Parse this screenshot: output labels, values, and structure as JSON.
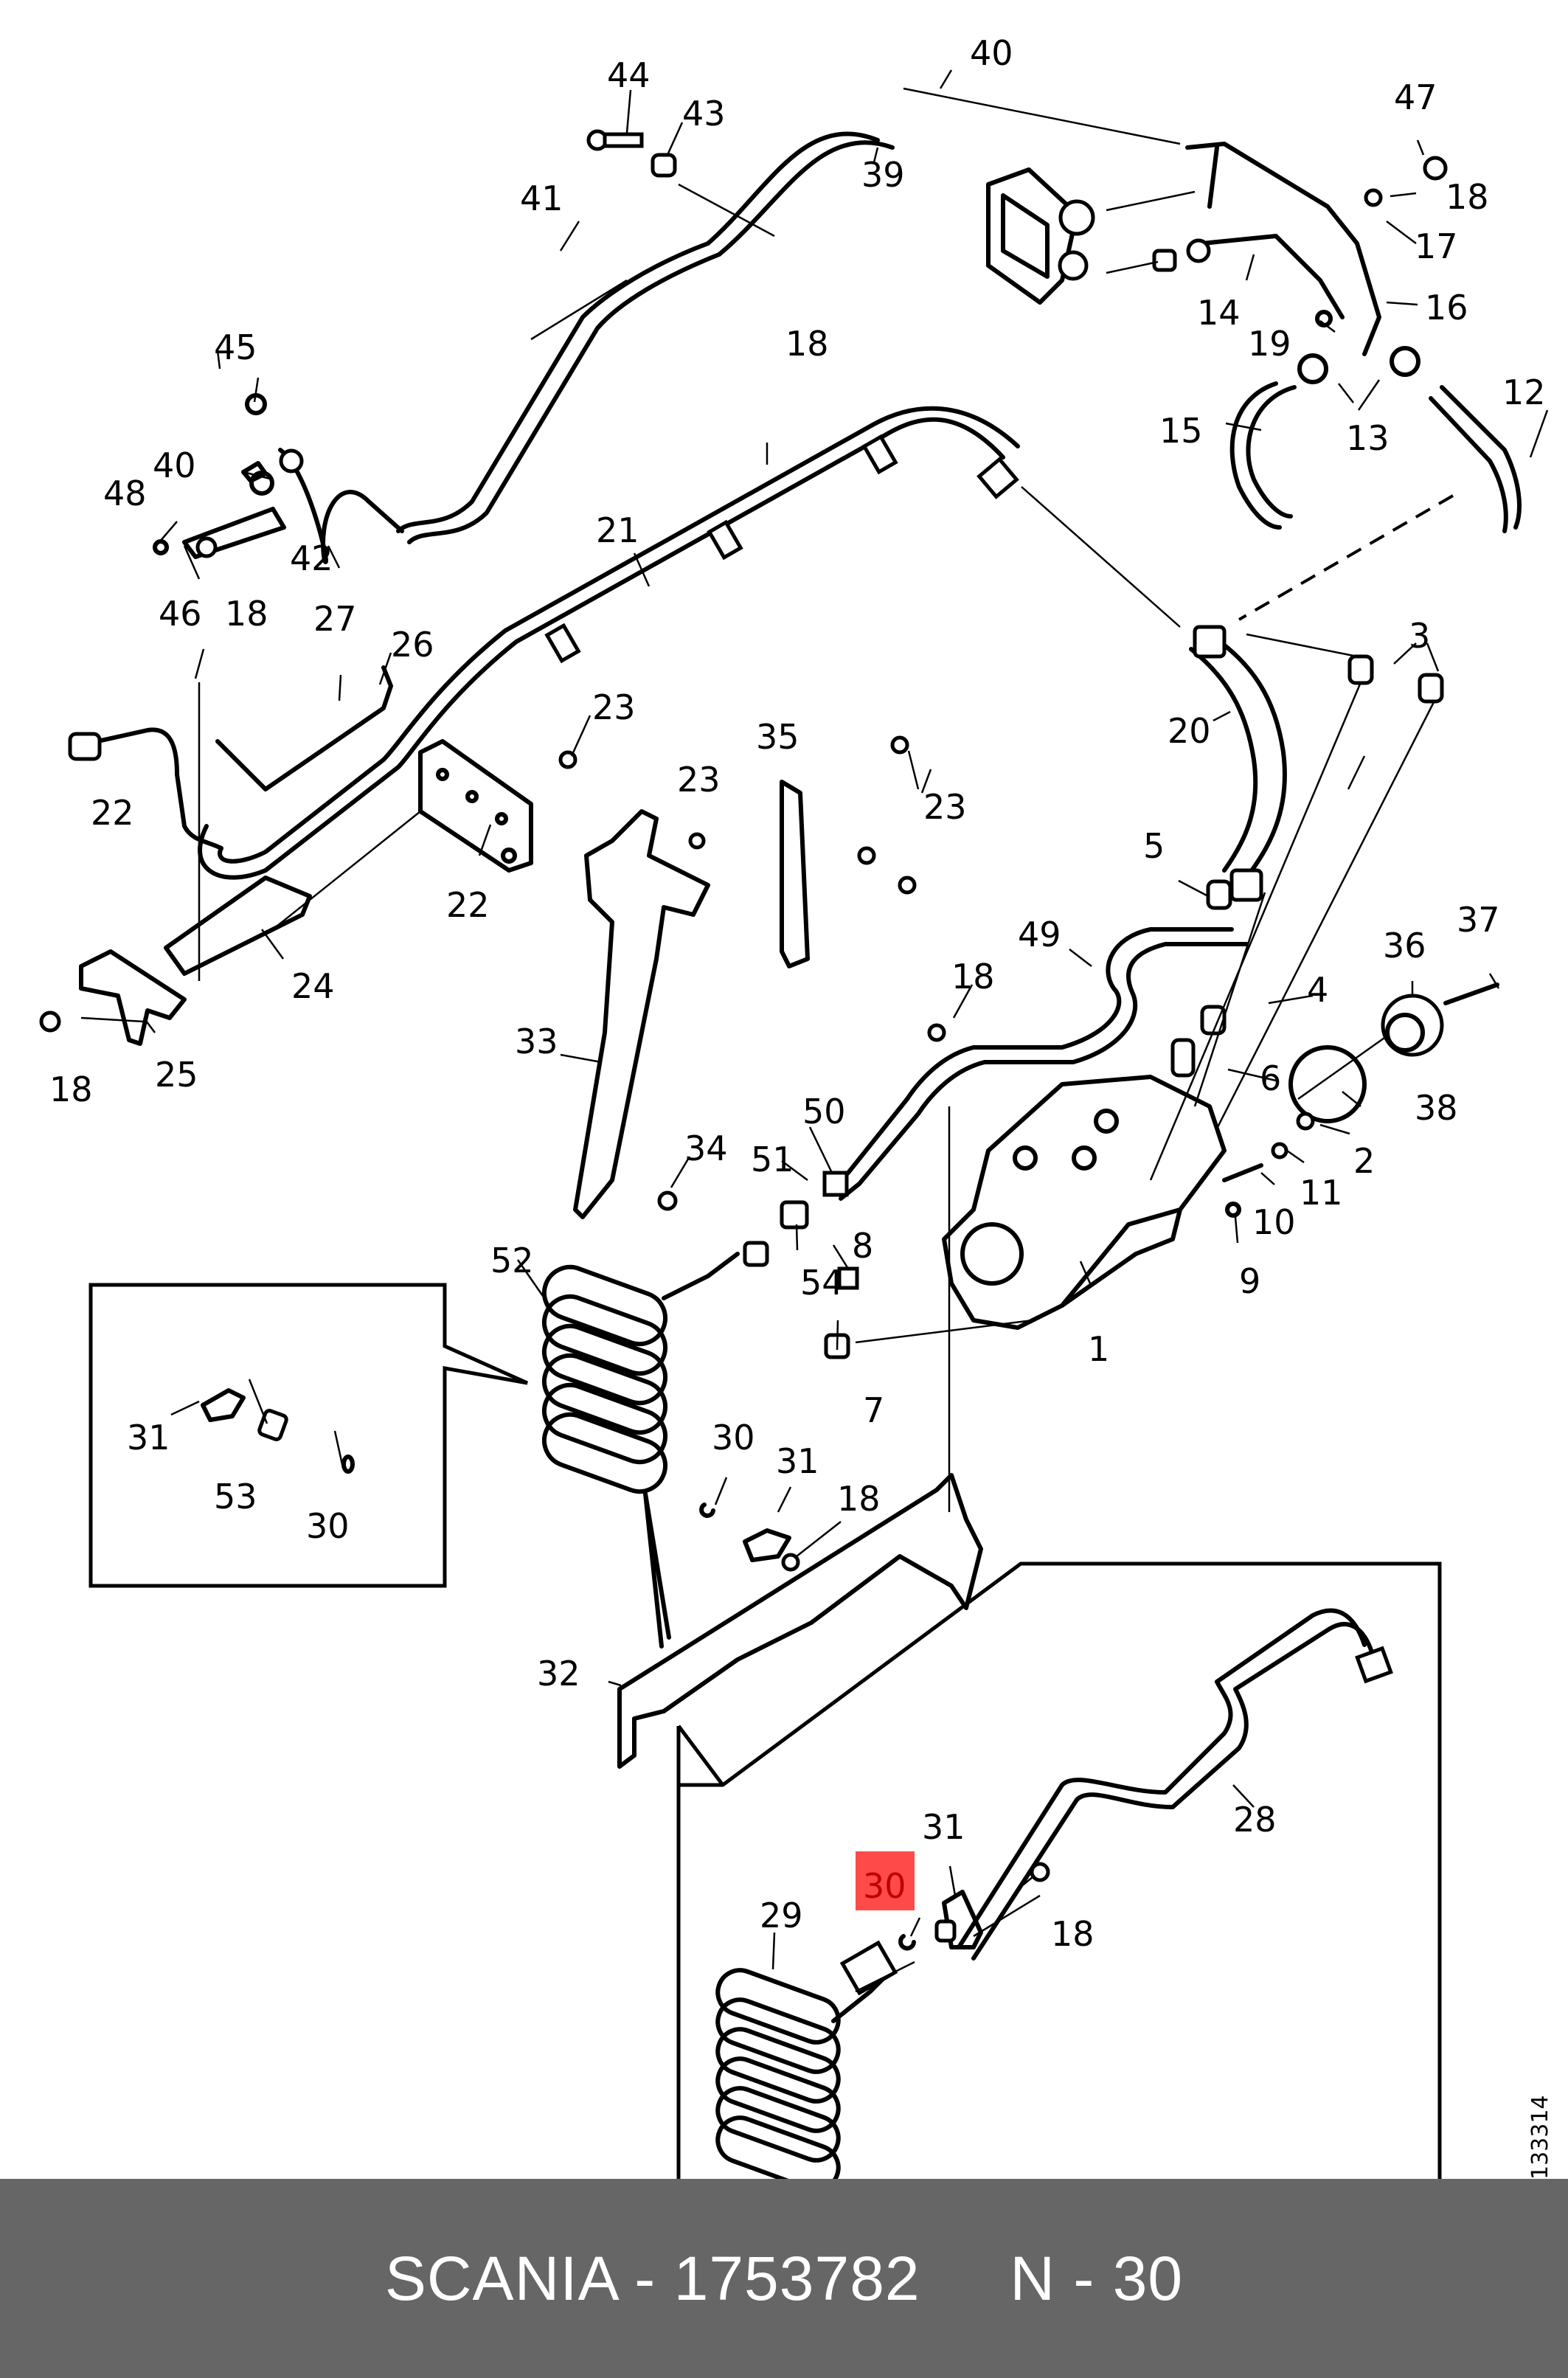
{
  "diagram": {
    "drawing_number": "133314",
    "highlighted_callout": "30",
    "highlight_color": "#ff4a4a",
    "callouts": [
      {
        "id": "c44",
        "label": "44"
      },
      {
        "id": "c43",
        "label": "43"
      },
      {
        "id": "c41",
        "label": "41"
      },
      {
        "id": "c39",
        "label": "39"
      },
      {
        "id": "c40a",
        "label": "40"
      },
      {
        "id": "c47",
        "label": "47"
      },
      {
        "id": "c18a",
        "label": "18"
      },
      {
        "id": "c17",
        "label": "17"
      },
      {
        "id": "c14",
        "label": "14"
      },
      {
        "id": "c16",
        "label": "16"
      },
      {
        "id": "c19",
        "label": "19"
      },
      {
        "id": "c45",
        "label": "45"
      },
      {
        "id": "c18b",
        "label": "18"
      },
      {
        "id": "c15",
        "label": "15"
      },
      {
        "id": "c13",
        "label": "13"
      },
      {
        "id": "c12",
        "label": "12"
      },
      {
        "id": "c40b",
        "label": "40"
      },
      {
        "id": "c48",
        "label": "48"
      },
      {
        "id": "c42",
        "label": "42"
      },
      {
        "id": "c21",
        "label": "21"
      },
      {
        "id": "c46",
        "label": "46"
      },
      {
        "id": "c18c",
        "label": "18"
      },
      {
        "id": "c27",
        "label": "27"
      },
      {
        "id": "c26",
        "label": "26"
      },
      {
        "id": "c3",
        "label": "3"
      },
      {
        "id": "c20",
        "label": "20"
      },
      {
        "id": "c23a",
        "label": "23"
      },
      {
        "id": "c22a",
        "label": "22"
      },
      {
        "id": "c35",
        "label": "35"
      },
      {
        "id": "c23b",
        "label": "23"
      },
      {
        "id": "c23c",
        "label": "23"
      },
      {
        "id": "c22b",
        "label": "22"
      },
      {
        "id": "c5",
        "label": "5"
      },
      {
        "id": "c37",
        "label": "37"
      },
      {
        "id": "c24",
        "label": "24"
      },
      {
        "id": "c49",
        "label": "49"
      },
      {
        "id": "c36",
        "label": "36"
      },
      {
        "id": "c18d",
        "label": "18"
      },
      {
        "id": "c4",
        "label": "4"
      },
      {
        "id": "c33",
        "label": "33"
      },
      {
        "id": "c25",
        "label": "25"
      },
      {
        "id": "c18e",
        "label": "18"
      },
      {
        "id": "c6",
        "label": "6"
      },
      {
        "id": "c38",
        "label": "38"
      },
      {
        "id": "c50",
        "label": "50"
      },
      {
        "id": "c34",
        "label": "34"
      },
      {
        "id": "c51",
        "label": "51"
      },
      {
        "id": "c2",
        "label": "2"
      },
      {
        "id": "c11",
        "label": "11"
      },
      {
        "id": "c10",
        "label": "10"
      },
      {
        "id": "c8",
        "label": "8"
      },
      {
        "id": "c52",
        "label": "52"
      },
      {
        "id": "c54",
        "label": "54"
      },
      {
        "id": "c9",
        "label": "9"
      },
      {
        "id": "c1",
        "label": "1"
      },
      {
        "id": "c7",
        "label": "7"
      },
      {
        "id": "c31a",
        "label": "31"
      },
      {
        "id": "c53",
        "label": "53"
      },
      {
        "id": "c30a",
        "label": "30"
      },
      {
        "id": "c30b",
        "label": "30"
      },
      {
        "id": "c31b",
        "label": "31"
      },
      {
        "id": "c18f",
        "label": "18"
      },
      {
        "id": "c32",
        "label": "32"
      },
      {
        "id": "c28",
        "label": "28"
      },
      {
        "id": "c31c",
        "label": "31"
      },
      {
        "id": "c30c",
        "label": "30"
      },
      {
        "id": "c18g",
        "label": "18"
      },
      {
        "id": "c29",
        "label": "29"
      }
    ]
  },
  "footer": {
    "brand": "SCANIA",
    "separator": " - ",
    "part_number": "1753782",
    "position_prefix": "N",
    "position_number": "30",
    "background_color": "#666666",
    "text_color": "#ffffff"
  }
}
